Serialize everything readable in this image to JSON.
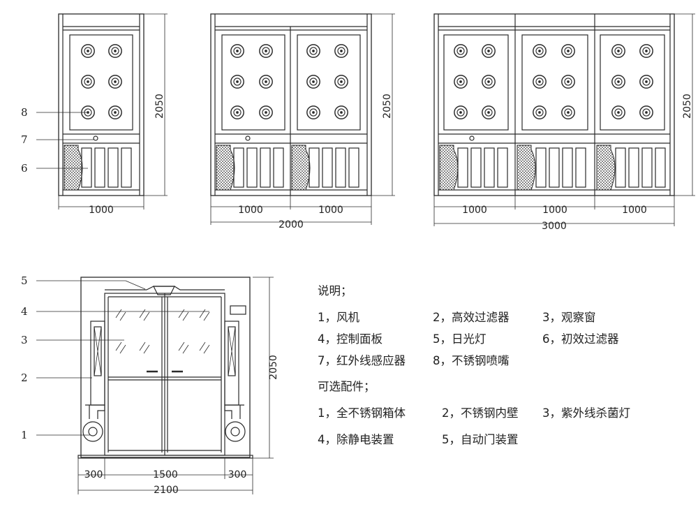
{
  "top_views": {
    "height_label": "2050",
    "single": {
      "width_labels": [
        "1000"
      ]
    },
    "double": {
      "width_labels": [
        "1000",
        "1000"
      ],
      "total_label": "2000"
    },
    "triple": {
      "width_labels": [
        "1000",
        "1000",
        "1000"
      ],
      "total_label": "3000"
    },
    "callouts": [
      "8",
      "7",
      "6"
    ]
  },
  "front_view": {
    "callouts": [
      "5",
      "4",
      "3",
      "2",
      "1"
    ],
    "height_label": "2050",
    "bottom_labels": {
      "left": "300",
      "center": "1500",
      "right": "300"
    },
    "total_label": "2100"
  },
  "notes": {
    "title": "说明；",
    "items": [
      "1，风机",
      "2，高效过滤器",
      "3，观察窗",
      "4，控制面板",
      "5，日光灯",
      "6，初效过滤器",
      "7，红外线感应器",
      "8，不锈钢喷嘴"
    ],
    "options_title": "可选配件；",
    "options": [
      "1，全不锈钢箱体",
      "2，不锈钢内壁",
      "3，紫外线杀菌灯",
      "4，除静电装置",
      "5，自动门装置"
    ]
  }
}
